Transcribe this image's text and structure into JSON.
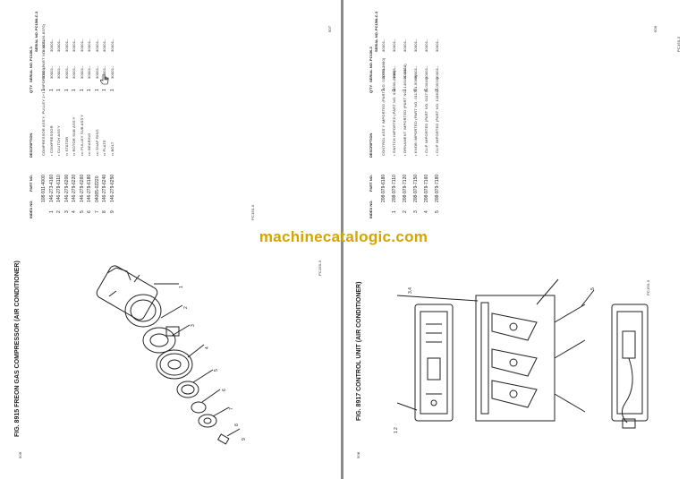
{
  "left_page": {
    "fig_title": "FIG. 8915  FREON GAS COMPRESSOR (AIR CONDITIONER)",
    "code_top": "PC150-3",
    "code_bottom": "PC150-3",
    "page_left_num": "506",
    "page_right_num": "507",
    "table_headers": {
      "index": "INDEX NO.",
      "part": "PART NO.",
      "desc": "DESCRIPTION",
      "qty": "Q'TY",
      "serial": "SERIAL NO. PC150-3",
      "serial2": "SERIAL NO. PC150LC-3"
    },
    "rows": [
      {
        "idx": "",
        "part": "108-911-4000",
        "desc": "COMPRESSOR ASS'Y, PULLEY 1+1  IMPORTED (PART NO. 447190-8370)",
        "qty": "1",
        "s1": "30001–",
        "s2": "30001–"
      },
      {
        "idx": "1",
        "part": "146-273-4160",
        "desc": "• COMPRESSOR",
        "qty": "1",
        "s1": "30001–",
        "s2": "30001–"
      },
      {
        "idx": "2",
        "part": "146-279-6110",
        "desc": "• CLUTCH ASS'Y",
        "qty": "1",
        "s1": "30001–",
        "s2": "30001–"
      },
      {
        "idx": "3",
        "part": "146-279-6200",
        "desc": "•• STATOR",
        "qty": "1",
        "s1": "30001–",
        "s2": "30001–"
      },
      {
        "idx": "4",
        "part": "146-279-6220",
        "desc": "•• ROTOR SUB ASS'Y",
        "qty": "1",
        "s1": "30001–",
        "s2": "30001–"
      },
      {
        "idx": "5",
        "part": "146-279-6260",
        "desc": "••• PULLEY SUB ASS'Y",
        "qty": "1",
        "s1": "30001–",
        "s2": "30001–"
      },
      {
        "idx": "6",
        "part": "146-279-6180",
        "desc": "••• BEARING",
        "qty": "1",
        "s1": "30001–",
        "s2": "30001–"
      },
      {
        "idx": "7",
        "part": "04065-02220",
        "desc": "••• SNAP RING",
        "qty": "1",
        "s1": "30001–",
        "s2": "30001–"
      },
      {
        "idx": "8",
        "part": "146-279-6240",
        "desc": "•• PLATE",
        "qty": "1",
        "s1": "30001–",
        "s2": "30001–"
      },
      {
        "idx": "9",
        "part": "146-279-6250",
        "desc": "•• BOLT",
        "qty": "1",
        "s1": "30001–",
        "s2": "30001–"
      }
    ],
    "callouts": [
      "1",
      "2",
      "3",
      "4",
      "5",
      "6",
      "7",
      "8",
      "9"
    ]
  },
  "right_page": {
    "fig_title": "FIG. 8917  CONTROL UNIT (AIR CONDITIONER)",
    "code_top": "PC150-3",
    "code_bottom": "PC150-3",
    "page_left_num": "508",
    "page_right_num": "509",
    "table_headers": {
      "index": "INDEX NO.",
      "part": "PART NO.",
      "desc": "DESCRIPTION",
      "qty": "Q'TY",
      "serial": "SERIAL NO. PC150-3",
      "serial2": "SERIAL NO. PC150LC-3"
    },
    "rows": [
      {
        "idx": "",
        "part": "208-979-6180",
        "desc": "CONTROL ASS'Y  IMPORTED (PART NO. 011770-3680)",
        "qty": "1",
        "s1": "30001–",
        "s2": "30001–"
      },
      {
        "idx": "1",
        "part": "208-979-7110",
        "desc": "• SWITCH  IMPORTED (PART NO. 034500-0200)",
        "qty": "1",
        "s1": "30001–",
        "s2": "30001–"
      },
      {
        "idx": "2",
        "part": "208-979-7120",
        "desc": "• ORNAMENT  IMPORTED (PART NO. 146101-2420)",
        "qty": "1",
        "s1": "30001–",
        "s2": "30001–"
      },
      {
        "idx": "3",
        "part": "208-979-7150",
        "desc": "• KNOB  IMPORTED (PART NO. 011771-5090)",
        "qty": "6",
        "s1": "30001–",
        "s2": "30001–"
      },
      {
        "idx": "4",
        "part": "208-979-7160",
        "desc": "• CLIP  IMPORTED (PART NO. 011773-0040)",
        "qty": "6",
        "s1": "30001–",
        "s2": "30001–"
      },
      {
        "idx": "5",
        "part": "208-979-7180",
        "desc": "• CLIP  IMPORTED (PART NO. 118625-0520)",
        "qty": "3",
        "s1": "30001–",
        "s2": "30001–"
      }
    ],
    "callouts": [
      "1",
      "2",
      "3,4",
      "5"
    ]
  },
  "watermark": "machinecatalogic.com"
}
